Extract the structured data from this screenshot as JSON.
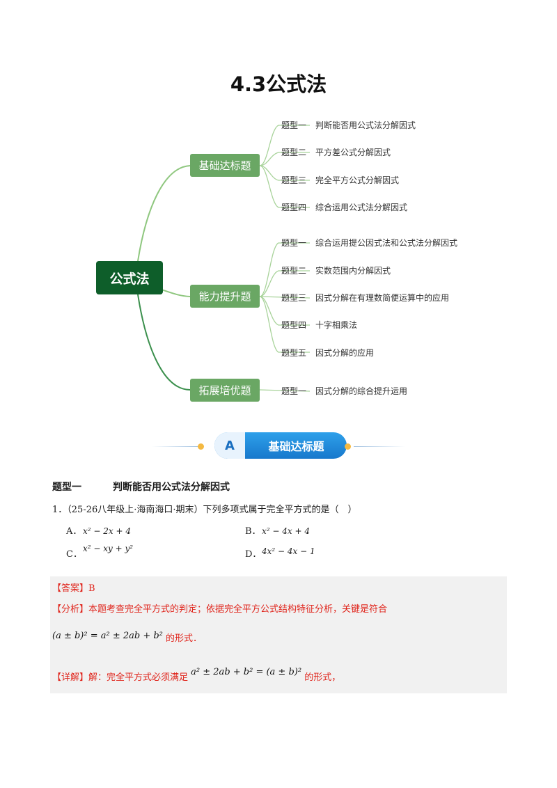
{
  "title": "4.3公式法",
  "mindmap": {
    "root": "公式法",
    "branches": [
      {
        "label": "基础达标题",
        "items": [
          {
            "type": "题型一",
            "text": "判断能否用公式法分解因式"
          },
          {
            "type": "题型二",
            "text": "平方差公式分解因式"
          },
          {
            "type": "题型三",
            "text": "完全平方公式分解因式"
          },
          {
            "type": "题型四",
            "text": "综合运用公式法分解因式"
          }
        ]
      },
      {
        "label": "能力提升题",
        "items": [
          {
            "type": "题型一",
            "text": "综合运用提公因式法和公式法分解因式"
          },
          {
            "type": "题型二",
            "text": "实数范围内分解因式"
          },
          {
            "type": "题型三",
            "text": "因式分解在有理数简便运算中的应用"
          },
          {
            "type": "题型四",
            "text": "十字相乘法"
          },
          {
            "type": "题型五",
            "text": "因式分解的应用"
          }
        ]
      },
      {
        "label": "拓展培优题",
        "items": [
          {
            "type": "题型一",
            "text": "因式分解的综合提升运用"
          }
        ]
      }
    ]
  },
  "banner": {
    "letter": "A",
    "label": "基础达标题"
  },
  "section": {
    "number": "题型一",
    "title": "判断能否用公式法分解因式"
  },
  "question": {
    "number": "1．",
    "text": "（25-26八年级上·海南海口·期末）下列多项式属于完全平方式的是（　）",
    "options": [
      {
        "label": "A．",
        "expr": "x² − 2x + 4"
      },
      {
        "label": "B．",
        "expr": "x² − 4x + 4"
      },
      {
        "label": "C．",
        "expr": "x² − xy + y²"
      },
      {
        "label": "D．",
        "expr": "4x² − 4x − 1"
      }
    ]
  },
  "answer": {
    "answer_tag": "【答案】",
    "answer_value": "B",
    "analysis_tag": "【分析】",
    "analysis_text": "本题考查完全平方式的判定；依据完全平方公式结构特征分析，关键是符合",
    "analysis_formula": "(a ± b)² = a² ± 2ab + b²",
    "analysis_suffix": "的形式．",
    "detail_tag": "【详解】",
    "detail_text": "解：完全平方式必须满足",
    "detail_formula": "a² ± 2ab + b² = (a ± b)²",
    "detail_suffix": "的形式，"
  },
  "colors": {
    "root": "#0e5e2a",
    "branch": "#6aa764",
    "connector": "#8fc77f",
    "answer_red": "#e0241b",
    "banner_blue": "#1778cc"
  }
}
